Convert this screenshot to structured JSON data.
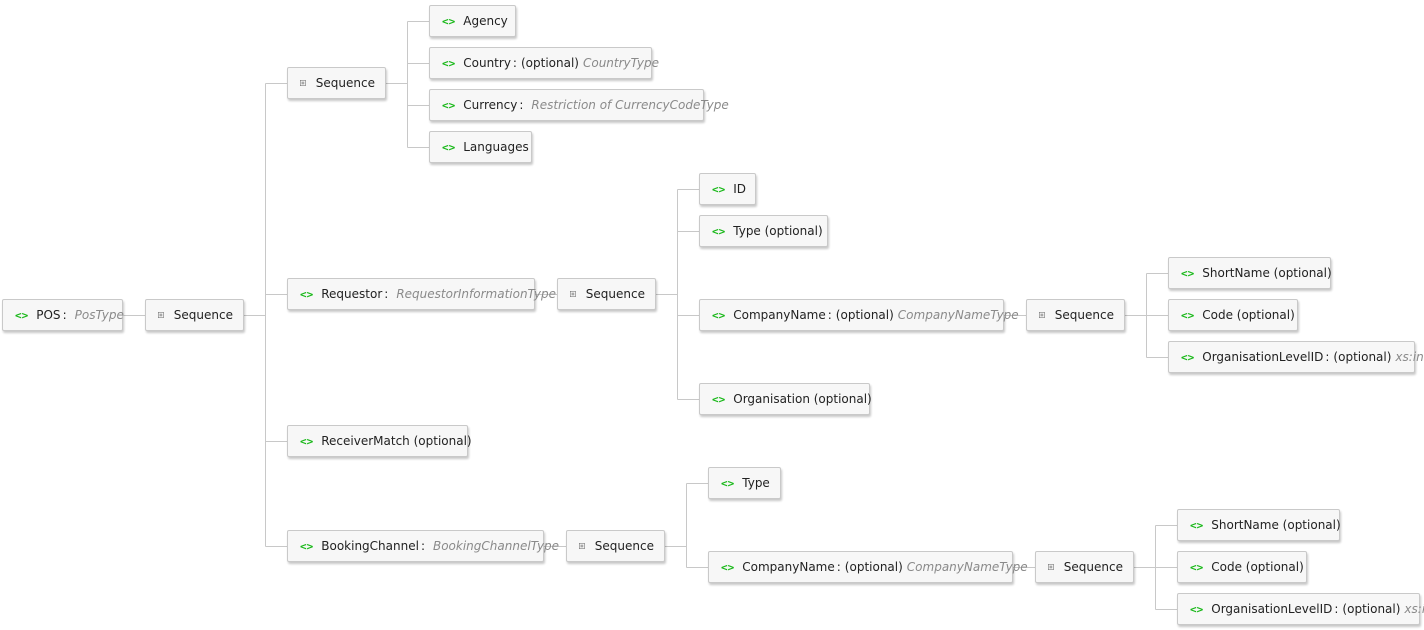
{
  "nodes": {
    "pos": {
      "name": "POS",
      "type": "PosType"
    },
    "seq1": {
      "name": "Sequence"
    },
    "seq2": {
      "name": "Sequence"
    },
    "agency": {
      "name": "Agency"
    },
    "country": {
      "name": "Country",
      "optional": "(optional)",
      "type": "CountryType"
    },
    "currency": {
      "name": "Currency",
      "type": "Restriction of CurrencyCodeType"
    },
    "languages": {
      "name": "Languages"
    },
    "requestor": {
      "name": "Requestor",
      "type": "RequestorInformationType"
    },
    "seq3": {
      "name": "Sequence"
    },
    "id": {
      "name": "ID"
    },
    "type1": {
      "name": "Type (optional)"
    },
    "company1": {
      "name": "CompanyName",
      "optional": "(optional)",
      "type": "CompanyNameType"
    },
    "seq4": {
      "name": "Sequence"
    },
    "shortname1": {
      "name": "ShortName (optional)"
    },
    "code1": {
      "name": "Code (optional)"
    },
    "orglevel1": {
      "name": "OrganisationLevelID",
      "optional": "(optional)",
      "type": "xs:int"
    },
    "organisation": {
      "name": "Organisation (optional)"
    },
    "receivermatch": {
      "name": "ReceiverMatch (optional)"
    },
    "bookingchannel": {
      "name": "BookingChannel",
      "type": "BookingChannelType"
    },
    "seq5": {
      "name": "Sequence"
    },
    "type2": {
      "name": "Type"
    },
    "company2": {
      "name": "CompanyName",
      "optional": "(optional)",
      "type": "CompanyNameType"
    },
    "seq6": {
      "name": "Sequence"
    },
    "shortname2": {
      "name": "ShortName (optional)"
    },
    "code2": {
      "name": "Code (optional)"
    },
    "orglevel2": {
      "name": "OrganisationLevelID",
      "optional": "(optional)",
      "type": "xs:int"
    }
  },
  "colors": {
    "element_tag": "#18b818",
    "type_text": "#8a8a8a",
    "wire": "#c8c8c8"
  },
  "icons": {
    "element": "element-tag-icon",
    "sequence": "sequence-icon"
  }
}
